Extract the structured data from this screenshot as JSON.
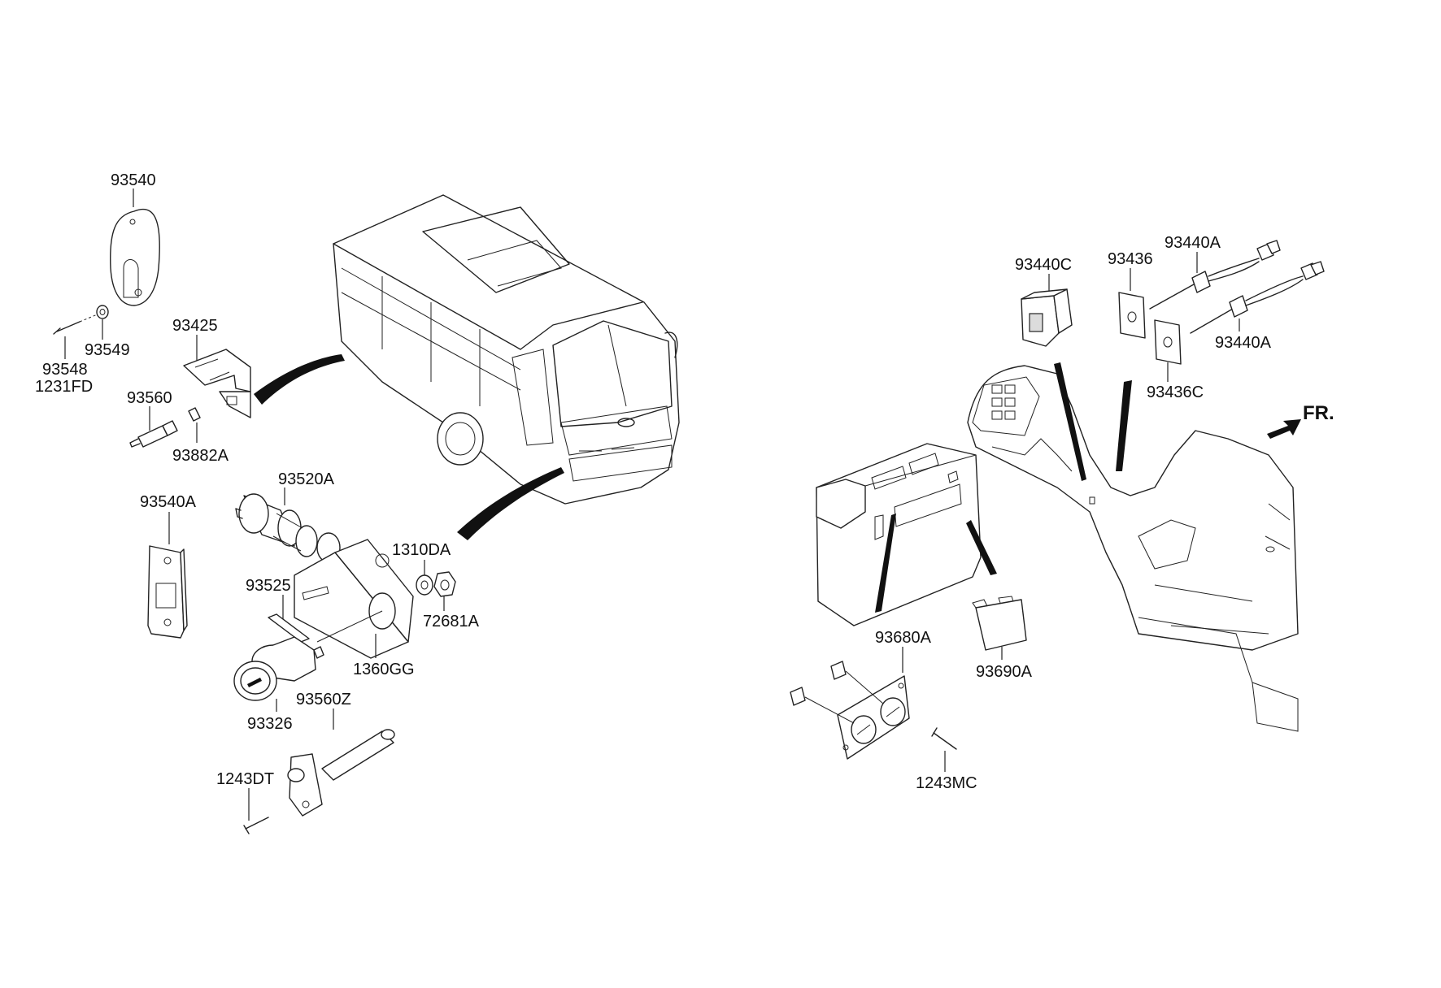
{
  "diagram": {
    "parts": [
      {
        "id": "p_93540",
        "label": "93540"
      },
      {
        "id": "p_93548",
        "label": "93548"
      },
      {
        "id": "p_1231FD",
        "label": "1231FD"
      },
      {
        "id": "p_93549",
        "label": "93549"
      },
      {
        "id": "p_93425",
        "label": "93425"
      },
      {
        "id": "p_93560",
        "label": "93560"
      },
      {
        "id": "p_93882A",
        "label": "93882A"
      },
      {
        "id": "p_93540A",
        "label": "93540A"
      },
      {
        "id": "p_93520A",
        "label": "93520A"
      },
      {
        "id": "p_1360GG",
        "label": "1360GG"
      },
      {
        "id": "p_1310DA",
        "label": "1310DA"
      },
      {
        "id": "p_72681A",
        "label": "72681A"
      },
      {
        "id": "p_93525",
        "label": "93525"
      },
      {
        "id": "p_93326",
        "label": "93326"
      },
      {
        "id": "p_93560Z",
        "label": "93560Z"
      },
      {
        "id": "p_1243DT",
        "label": "1243DT"
      },
      {
        "id": "p_93440C",
        "label": "93440C"
      },
      {
        "id": "p_93436",
        "label": "93436"
      },
      {
        "id": "p_93440A_1",
        "label": "93440A"
      },
      {
        "id": "p_93440A_2",
        "label": "93440A"
      },
      {
        "id": "p_93436C",
        "label": "93436C"
      },
      {
        "id": "p_93680A",
        "label": "93680A"
      },
      {
        "id": "p_93690A",
        "label": "93690A"
      },
      {
        "id": "p_1243MC",
        "label": "1243MC"
      }
    ],
    "direction_label": "FR."
  }
}
